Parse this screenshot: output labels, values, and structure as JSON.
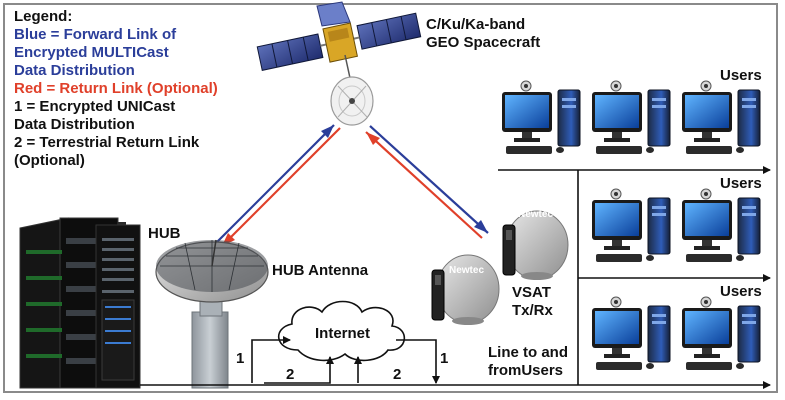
{
  "colors": {
    "forward": "#2b3e9a",
    "return": "#e0402a",
    "text": "#111111",
    "frame": "#8a8a8a"
  },
  "legend": {
    "title": "Legend:",
    "forward_lines": [
      "Blue = Forward Link of",
      "Encrypted MULTICast",
      "Data Distribution"
    ],
    "return_line": "Red = Return Link (Optional)",
    "item1_lines": [
      "1 = Encrypted UNICast",
      "Data Distribution"
    ],
    "item2_lines": [
      "2 = Terrestrial Return Link",
      "(Optional)"
    ]
  },
  "spacecraft": {
    "label_lines": [
      "C/Ku/Ka-band",
      "GEO Spacecraft"
    ]
  },
  "hub": {
    "label": "HUB",
    "antenna_label": "HUB Antenna"
  },
  "internet": {
    "label": "Internet"
  },
  "vsat": {
    "label_lines": [
      "VSAT",
      "Tx/Rx"
    ],
    "brand": "Newtec"
  },
  "users": {
    "labels": [
      "Users",
      "Users",
      "Users"
    ]
  },
  "line_label_lines": [
    "Line to and",
    "fromUsers"
  ],
  "path_numbers": {
    "left_1": "1",
    "left_2": "2",
    "right_1": "1",
    "right_2": "2"
  }
}
